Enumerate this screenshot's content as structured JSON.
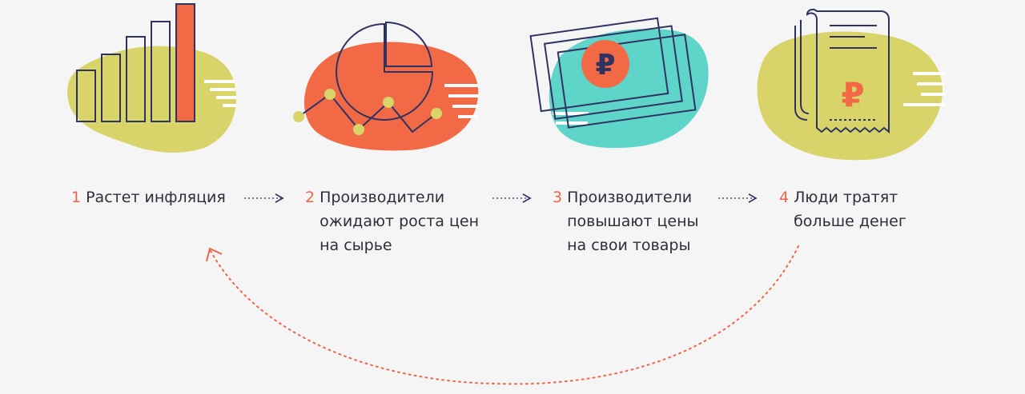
{
  "colors": {
    "olive": "#d9d46a",
    "coral": "#f26a45",
    "teal": "#5fd4c8",
    "navy": "#2f3363",
    "arrow": "#f0654a",
    "text": "#2e2e3a",
    "background": "#f5f5f5"
  },
  "icons": [
    "growth-bars-icon",
    "pie-chart-trend-icon",
    "banknotes-ruble-icon",
    "receipt-ruble-icon"
  ],
  "currency_symbol": "₽",
  "steps": [
    {
      "number": "1",
      "lines": [
        "Растет инфляция"
      ]
    },
    {
      "number": "2",
      "lines": [
        "Производители",
        "ожидают роста цен",
        "на сырье"
      ]
    },
    {
      "number": "3",
      "lines": [
        "Производители",
        "повышают цены",
        "на свои товары"
      ]
    },
    {
      "number": "4",
      "lines": [
        "Люди тратят",
        "больше денег"
      ]
    }
  ]
}
